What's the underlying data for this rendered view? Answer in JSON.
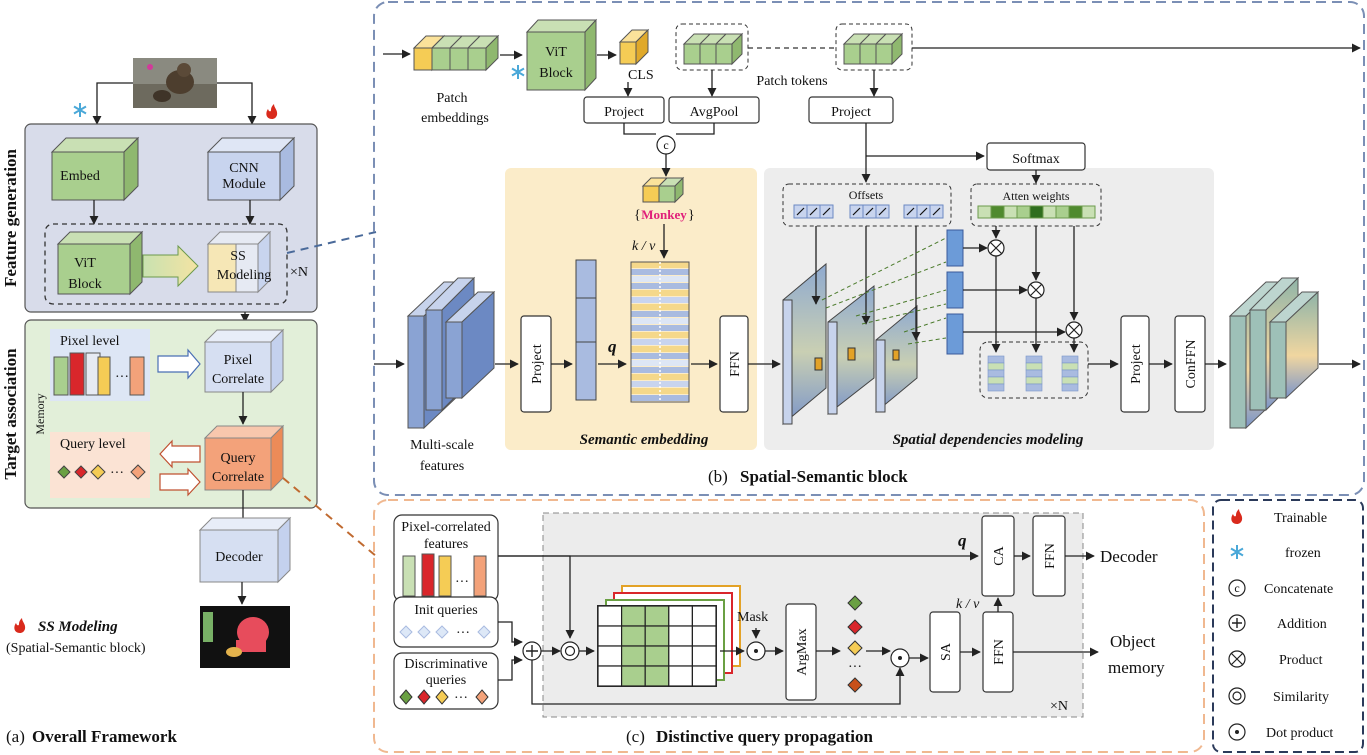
{
  "overall": {
    "caption_prefix": "(a)",
    "caption_bold": "Overall Framework",
    "feature_generation": "Feature generation",
    "target_association": "Target association",
    "embed": "Embed",
    "cnn_line1": "CNN",
    "cnn_line2": "Module",
    "vit_line1": "ViT",
    "vit_line2": "Block",
    "ss_line1": "SS",
    "ss_line2": "Modeling",
    "times_n": "×N",
    "memory": "Memory",
    "pixel_level": "Pixel level",
    "pixel_correlate_1": "Pixel",
    "pixel_correlate_2": "Correlate",
    "query_level": "Query level",
    "query_correlate_1": "Query",
    "query_correlate_2": "Correlate",
    "decoder": "Decoder",
    "ellipsis": "···",
    "ss_modeling_title": "SS Modeling",
    "ss_modeling_sub": "(Spatial-Semantic block)"
  },
  "ss_block": {
    "caption_prefix": "(b)",
    "caption_bold": "Spatial-Semantic block",
    "patch_embeddings_1": "Patch",
    "patch_embeddings_2": "embeddings",
    "vit_line1": "ViT",
    "vit_line2": "Block",
    "cls": "CLS",
    "patch_tokens": "Patch tokens",
    "project": "Project",
    "avgpool": "AvgPool",
    "concat_symbol": "c",
    "softmax": "Softmax",
    "monkey": "Monkey",
    "kv": "k / v",
    "q": "q",
    "ffn": "FFN",
    "offsets": "Offsets",
    "atten_weights": "Atten weights",
    "multiscale_1": "Multi-scale",
    "multiscale_2": "features",
    "semantic_embedding": "Semantic embedding",
    "spatial_dependencies": "Spatial dependencies modeling",
    "conffn": "ConFFN"
  },
  "dqp": {
    "caption_prefix": "(c)",
    "caption_bold": "Distinctive query  propagation",
    "pixel_correlated_1": "Pixel-correlated",
    "pixel_correlated_2": "features",
    "init_queries": "Init queries",
    "discriminative_1": "Discriminative",
    "discriminative_2": "queries",
    "mask": "Mask",
    "argmax": "ArgMax",
    "sa": "SA",
    "ffn": "FFN",
    "ca": "CA",
    "q": "q",
    "kv": "k / v",
    "decoder": "Decoder",
    "object_1": "Object",
    "object_2": "memory",
    "times_n": "×N",
    "ellipsis": "···"
  },
  "legend": {
    "items": [
      {
        "icon": "flame-icon",
        "label": "Trainable"
      },
      {
        "icon": "snowflake-icon",
        "label": "frozen"
      },
      {
        "icon": "concatenate-icon",
        "label": "Concatenate"
      },
      {
        "icon": "addition-icon",
        "label": "Addition"
      },
      {
        "icon": "product-icon",
        "label": "Product"
      },
      {
        "icon": "similarity-icon",
        "label": "Similarity"
      },
      {
        "icon": "dot-product-icon",
        "label": "Dot product"
      }
    ]
  },
  "colors": {
    "green": "#a9cf8e",
    "blue": "#a9bbe0",
    "yellow": "#f5cc55",
    "red": "#d9262b",
    "orange": "#f3a27a",
    "panel_feature": "#d8dcea",
    "panel_target": "#e2efd9",
    "semantic_bg": "#fbecc9",
    "spatial_bg": "#ededed",
    "flame": "#d92a1c",
    "snow": "#4aa8d8"
  }
}
